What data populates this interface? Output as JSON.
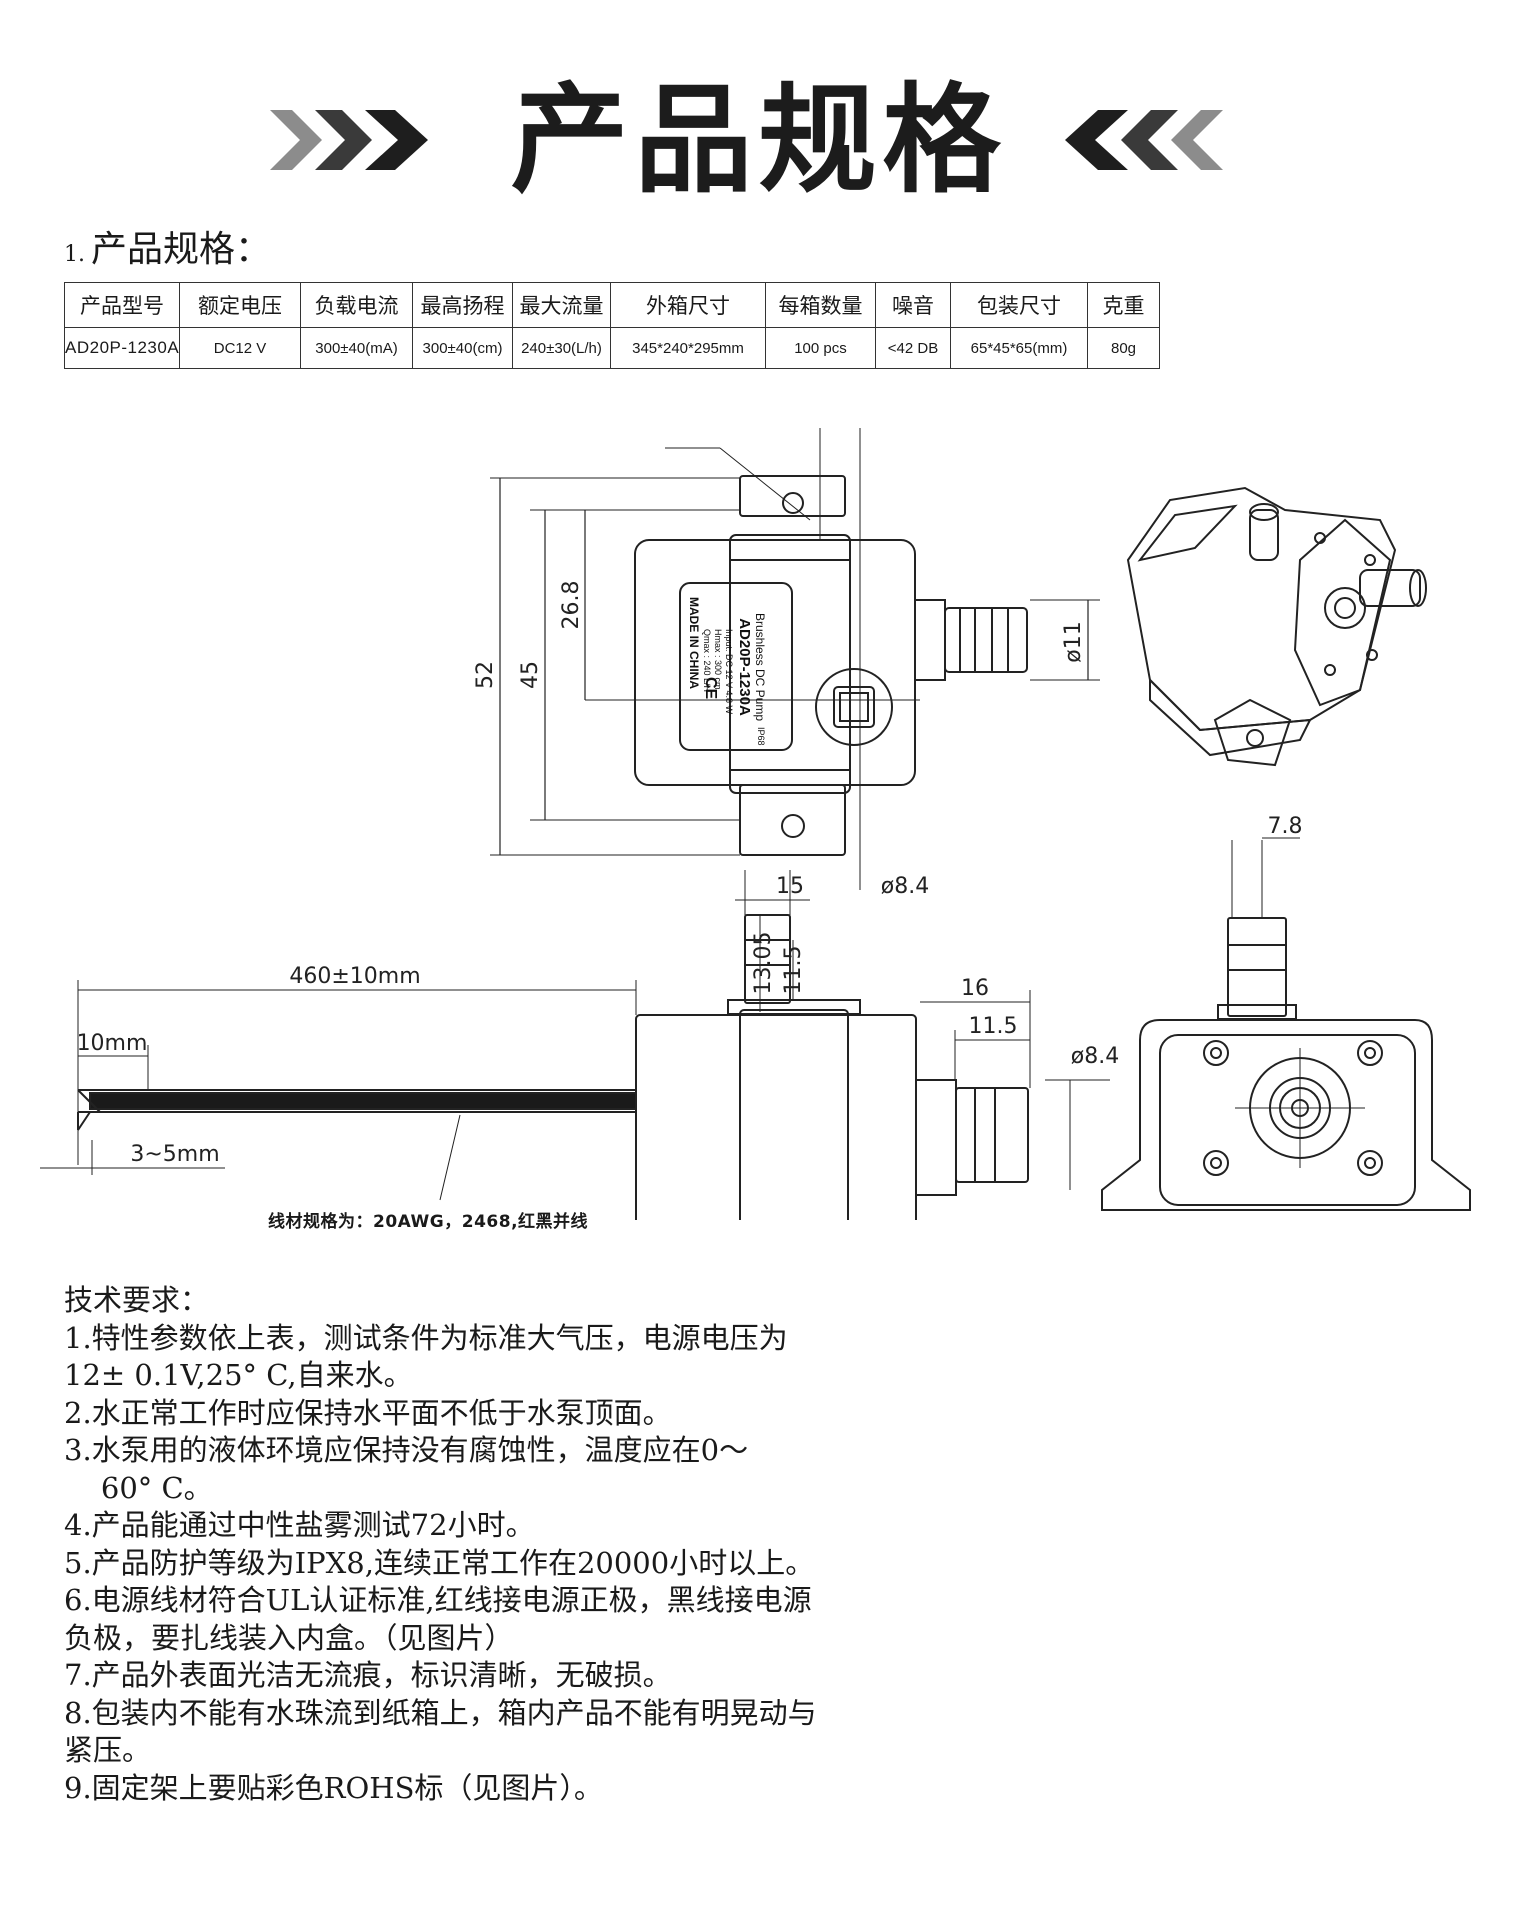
{
  "title": "产品规格",
  "section": {
    "number": "1.",
    "label": "产品规格："
  },
  "table": {
    "headers": [
      "产品型号",
      "额定电压",
      "负载电流",
      "最高扬程",
      "最大流量",
      "外箱尺寸",
      "每箱数量",
      "噪音",
      "包装尺寸",
      "克重"
    ],
    "row": [
      "AD20P-1230A",
      "DC12 V",
      "300±40(mA)",
      "300±40(cm)",
      "240±30(L/h)",
      "345*240*295mm",
      "100 pcs",
      "<42 DB",
      "65*45*65(mm)",
      "80g"
    ]
  },
  "label": {
    "line1": "Brushless DC Pump",
    "line2": "AD20P-1230A",
    "line3": "Input: DC 12 V   4.8 W",
    "line4": "Hmax : 300 cm",
    "line5": "Qmax : 240 L/H",
    "line6": "MADE IN CHINA",
    "ce": "CE",
    "ip": "IP68"
  },
  "dims": {
    "d52": "52",
    "d45": "45",
    "d268": "26.8",
    "phi11": "ø11",
    "d15": "15",
    "phi84a": "ø8.4",
    "d78": "7.8",
    "d1305": "13.05",
    "d115a": "11.5",
    "d460": "460±10mm",
    "d10": "10mm",
    "d35": "3~5mm",
    "d16": "16",
    "d115b": "11.5",
    "phi84b": "ø8.4"
  },
  "wire_note": "线材规格为：20AWG，2468,红黑并线",
  "requirements": [
    "技术要求：",
    "1.特性参数依上表，测试条件为标准大气压，电源电压为",
    "12±   0.1V,25° C,自来水。",
    "2.水正常工作时应保持水平面不低于水泵顶面。",
    "3.水泵用的液体环境应保持没有腐蚀性，温度应在0～",
    "    60° C。",
    "4.产品能通过中性盐雾测试72小时。",
    "5.产品防护等级为IPX8,连续正常工作在20000小时以上。",
    "6.电源线材符合UL认证标准,红线接电源正极，黑线接电源",
    "负极，要扎线装入内盒。（见图片）",
    "7.产品外表面光洁无流痕，标识清晰，无破损。",
    "8.包装内不能有水珠流到纸箱上，箱内产品不能有明晃动与",
    "紧压。",
    "9.固定架上要贴彩色ROHS标（见图片）。"
  ],
  "colors": {
    "chevron_dark": "#2b2b2b",
    "chevron_gray": "#8c8c8c",
    "line": "#222222"
  }
}
